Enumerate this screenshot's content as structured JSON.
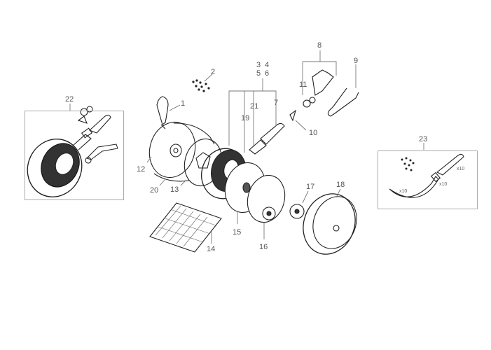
{
  "diagram": {
    "type": "exploded-parts-diagram",
    "callouts": [
      {
        "id": "1",
        "label": "1"
      },
      {
        "id": "2",
        "label": "2"
      },
      {
        "id": "3",
        "label": "3"
      },
      {
        "id": "4",
        "label": "4"
      },
      {
        "id": "5",
        "label": "5"
      },
      {
        "id": "6",
        "label": "6"
      },
      {
        "id": "7",
        "label": "7"
      },
      {
        "id": "8",
        "label": "8"
      },
      {
        "id": "9",
        "label": "9"
      },
      {
        "id": "10",
        "label": "10"
      },
      {
        "id": "11",
        "label": "11"
      },
      {
        "id": "12",
        "label": "12"
      },
      {
        "id": "13",
        "label": "13"
      },
      {
        "id": "14",
        "label": "14"
      },
      {
        "id": "15",
        "label": "15"
      },
      {
        "id": "16",
        "label": "16"
      },
      {
        "id": "17",
        "label": "17"
      },
      {
        "id": "18",
        "label": "18"
      },
      {
        "id": "19",
        "label": "19"
      },
      {
        "id": "20",
        "label": "20"
      },
      {
        "id": "21",
        "label": "21"
      },
      {
        "id": "22",
        "label": "22"
      },
      {
        "id": "23",
        "label": "23"
      }
    ],
    "kit_22": {
      "label": "22"
    },
    "kit_23": {
      "label": "23",
      "quantities": [
        "x10",
        "x10",
        "x10"
      ]
    }
  }
}
